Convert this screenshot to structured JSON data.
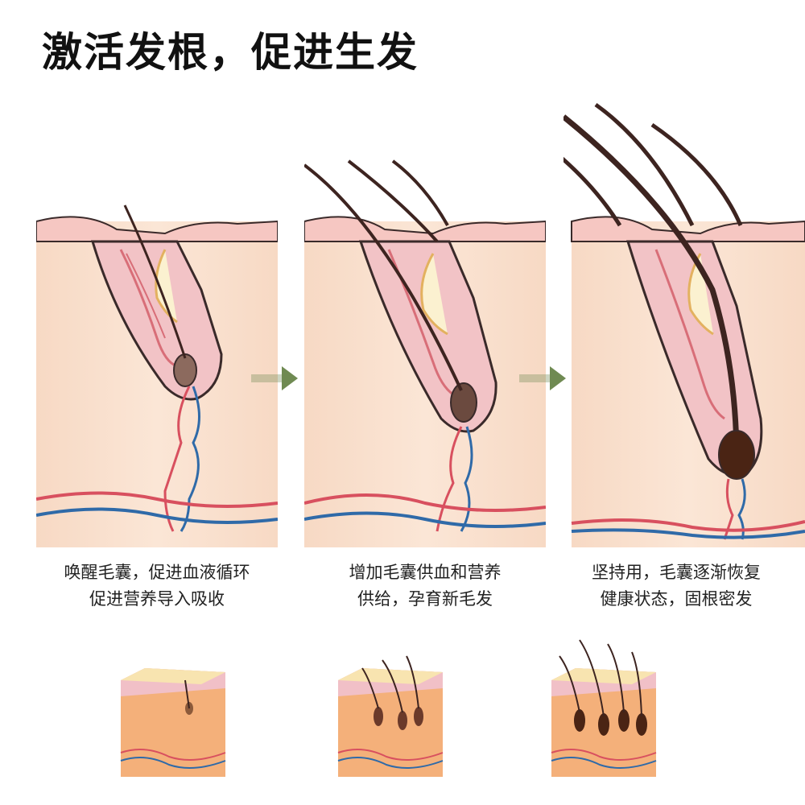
{
  "title": "激活发根，促进生发",
  "stages": [
    {
      "caption_line1": "唤醒毛囊，促进血液循环",
      "caption_line2": "促进营养导入吸收"
    },
    {
      "caption_line1": "增加毛囊供血和营养",
      "caption_line2": "供给，孕育新毛发"
    },
    {
      "caption_line1": "坚持用，毛囊逐渐恢复",
      "caption_line2": "健康状态，固根密发"
    }
  ],
  "colors": {
    "skin": "#f8dcc8",
    "follicle_pink": "#f2c3c6",
    "follicle_outline": "#3a2a2a",
    "hair": "#3d2420",
    "artery": "#d8505f",
    "vein": "#2f6aa8",
    "arrow": "#6f8a52"
  }
}
